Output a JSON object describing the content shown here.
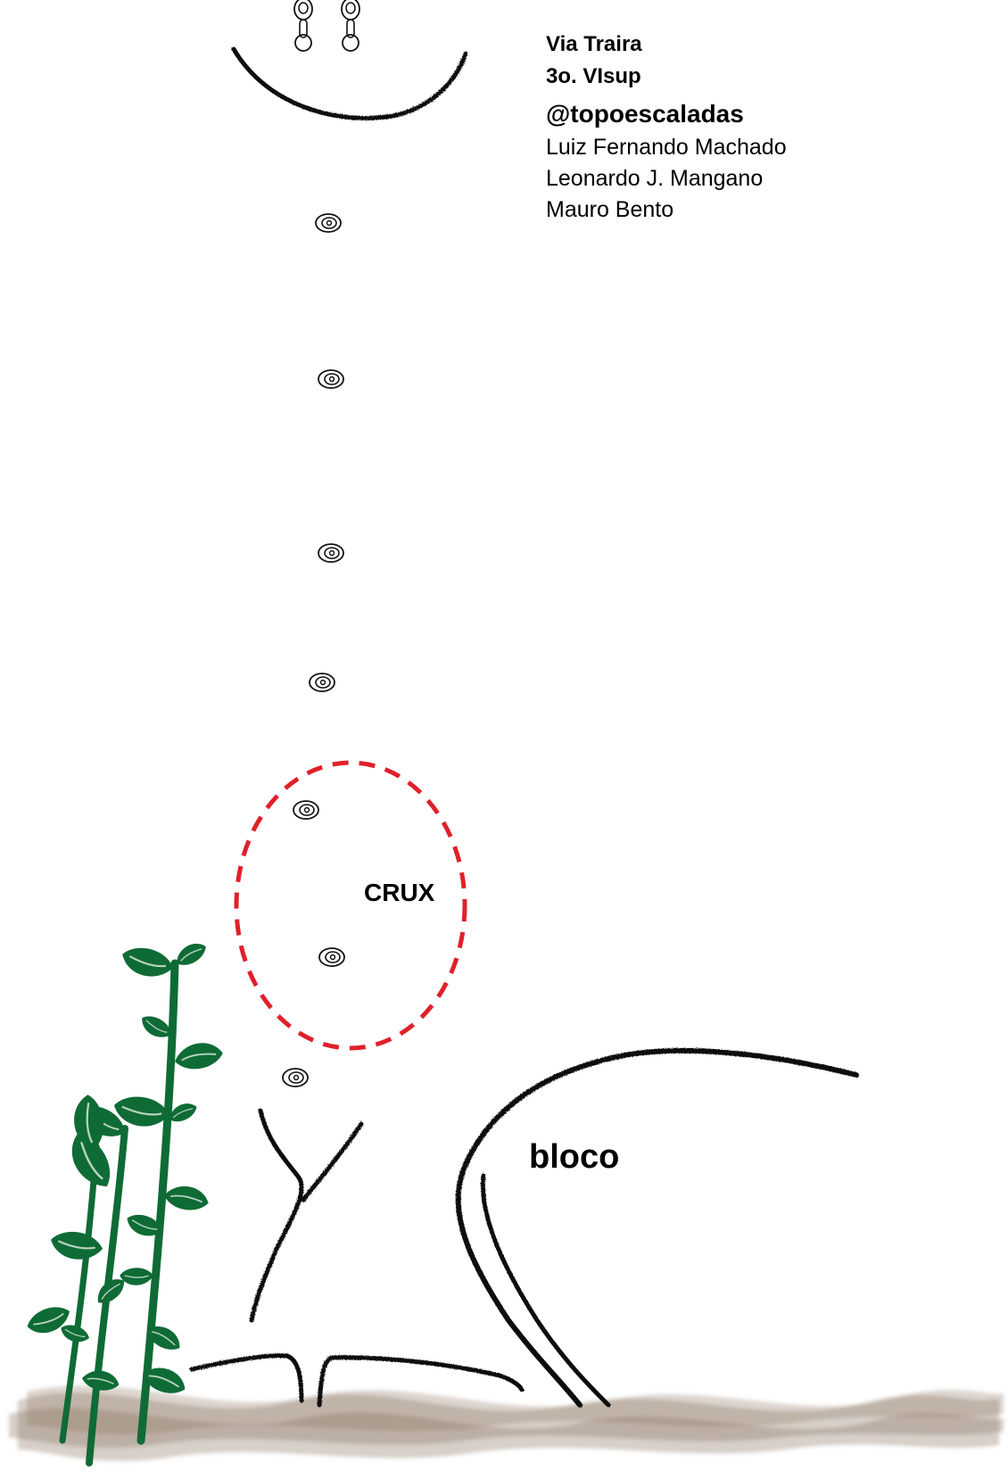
{
  "route": {
    "name": "Via Traira",
    "grade": "3o. VIsup"
  },
  "credits": {
    "handle": "@topoescaladas",
    "authors": [
      "Luiz Fernando Machado",
      "Leonardo J. Mangano",
      "Mauro Bento"
    ]
  },
  "labels": {
    "crux": "CRUX",
    "block": "bloco"
  },
  "colors": {
    "rock_line": "#111111",
    "crux_outline": "#e0202a",
    "vegetation": "#0f6b35",
    "ground": "#8b7560"
  },
  "icons": {
    "anchor": "anchor-icon",
    "bolt": "bolt-icon",
    "plant": "plant-icon"
  }
}
